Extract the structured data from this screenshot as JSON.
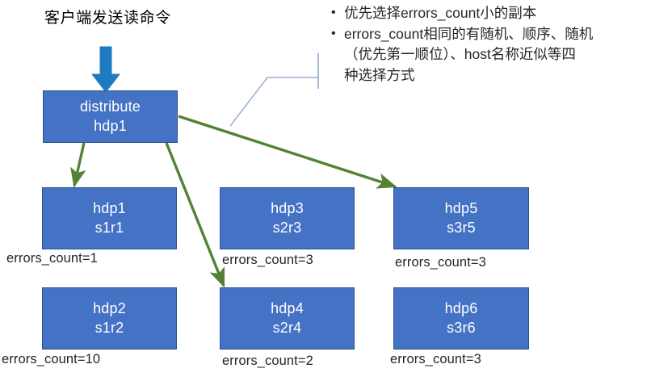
{
  "diagram": {
    "title_caption": "客户端发送读命令",
    "root": {
      "line1": "distribute",
      "line2": "hdp1"
    },
    "replicas": [
      {
        "id": "hdp1",
        "line1": "hdp1",
        "line2": "s1r1",
        "errors_label": "errors_count=1"
      },
      {
        "id": "hdp3",
        "line1": "hdp3",
        "line2": "s2r3",
        "errors_label": "errors_count=3"
      },
      {
        "id": "hdp5",
        "line1": "hdp5",
        "line2": "s3r5",
        "errors_label": "errors_count=3"
      },
      {
        "id": "hdp2",
        "line1": "hdp2",
        "line2": "s1r2",
        "errors_label": "errors_count=10"
      },
      {
        "id": "hdp4",
        "line1": "hdp4",
        "line2": "s2r4",
        "errors_label": "errors_count=2"
      },
      {
        "id": "hdp6",
        "line1": "hdp6",
        "line2": "s3r6",
        "errors_label": "errors_count=3"
      }
    ],
    "notes": {
      "bullet_glyph": "•",
      "items": [
        {
          "lines": [
            "优先选择errors_count小的副本"
          ]
        },
        {
          "lines": [
            "errors_count相同的有随机、顺序、随机",
            "（优先第一顺位）、host名称近似等四",
            "种选择方式"
          ]
        }
      ]
    },
    "colors": {
      "node_fill": "#4472C4",
      "node_border": "#2F528F",
      "node_text": "#FFFFFF",
      "client_arrow": "#1F7BC1",
      "flow_arrow": "#548235",
      "callout_line": "#9DB2D3",
      "label_text": "#262626"
    }
  }
}
